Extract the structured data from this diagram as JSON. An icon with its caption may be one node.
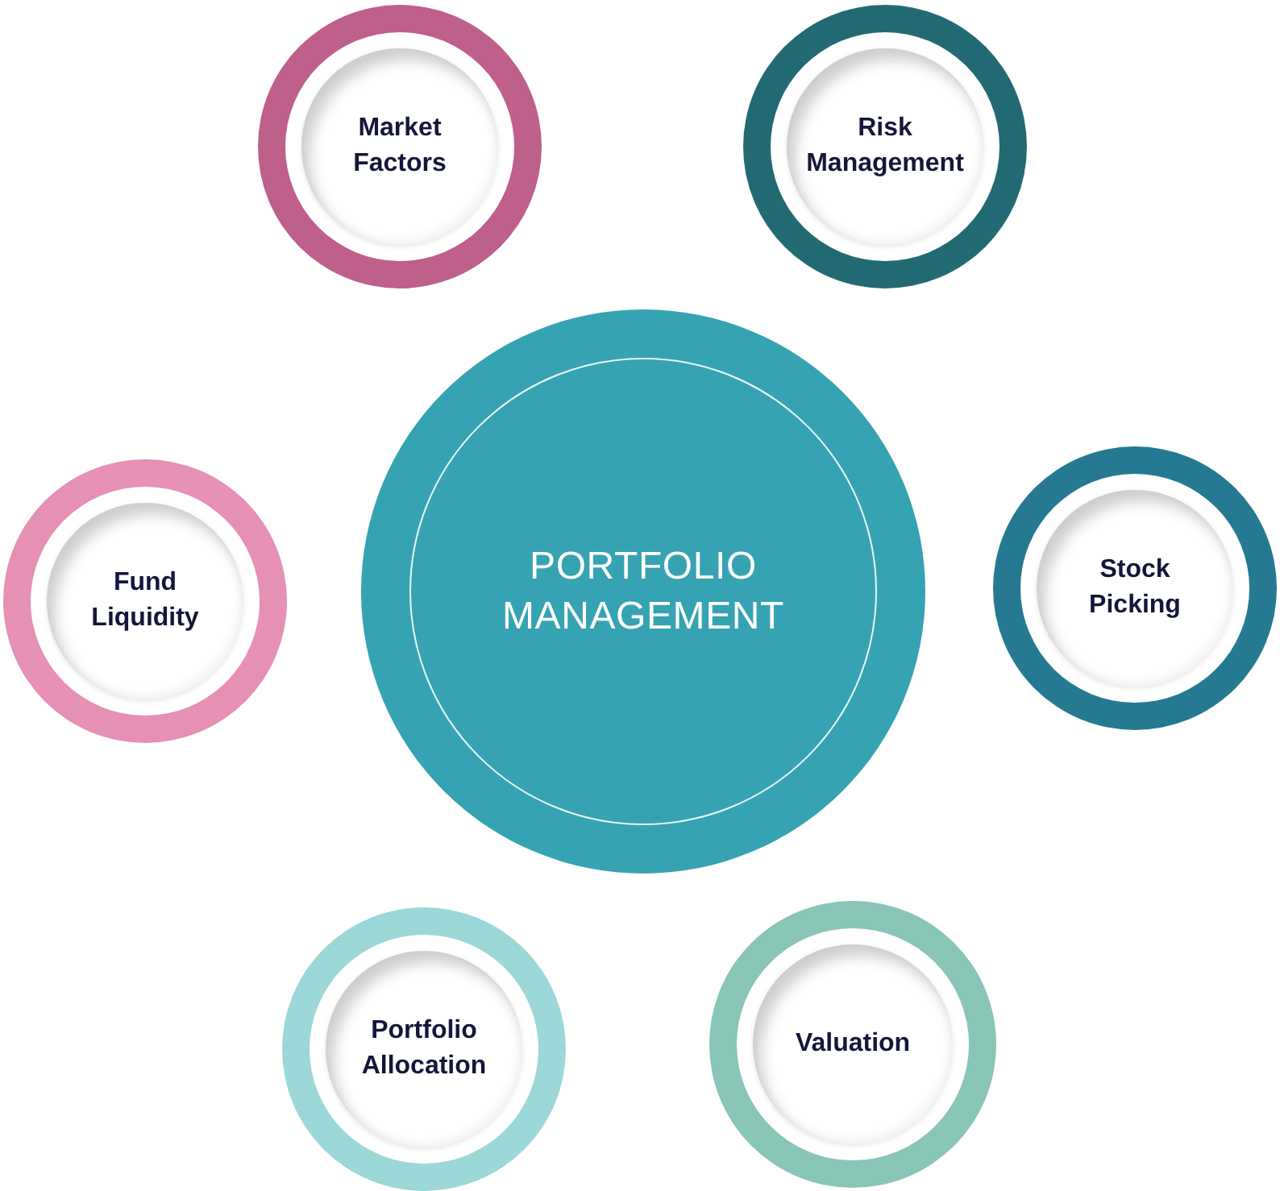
{
  "diagram": {
    "nodes": [
      {
        "text": [
          "Market Factors"
        ]
      },
      {
        "text": [
          "Risk Management"
        ]
      },
      {
        "text": [
          "Fund Liquidity"
        ]
      },
      {
        "text": [
          "PORTFOLIO MANAGEMENT"
        ]
      },
      {
        "text": [
          "Stock Picking"
        ]
      },
      {
        "text": [
          "Portfolio Allocation"
        ]
      },
      {
        "text": [
          "Valuation"
        ]
      }
    ]
  }
}
